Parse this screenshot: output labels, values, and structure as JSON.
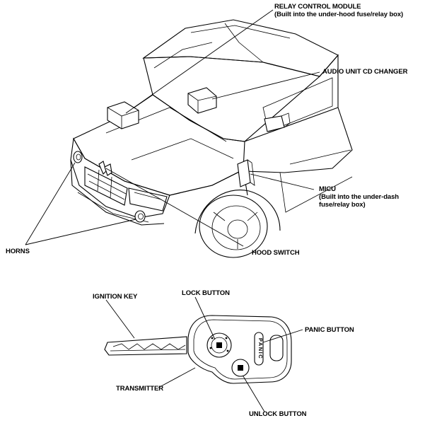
{
  "labels": {
    "relay_control_module": "RELAY CONTROL MODULE",
    "relay_control_module_note": "(Built into the under-hood fuse/relay box)",
    "audio_unit": "AUDIO UNIT CD CHANGER",
    "micu": "MICU",
    "micu_note_1": "(Built into the under-dash",
    "micu_note_2": "fuse/relay box)",
    "horns": "HORNS",
    "hood_switch": "HOOD SWITCH",
    "ignition_key": "IGNITION KEY",
    "lock_button": "LOCK BUTTON",
    "panic_button": "PANIC BUTTON",
    "transmitter": "TRANSMITTER",
    "unlock_button": "UNLOCK BUTTON",
    "panic_text": "PANIC"
  }
}
